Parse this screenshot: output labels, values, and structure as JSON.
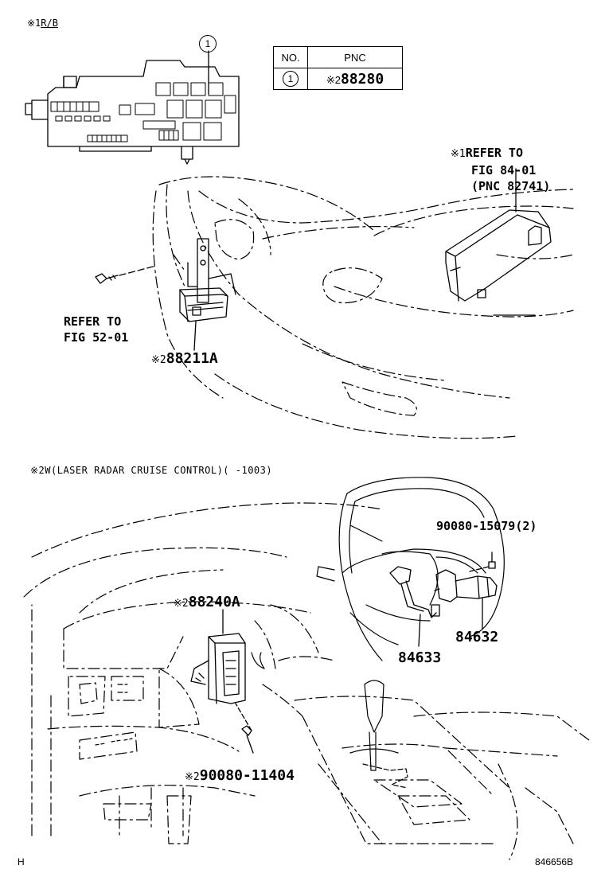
{
  "top_section": {
    "rb_mark": "※1",
    "rb_label": "R/B",
    "callout_1": "1",
    "table": {
      "header_no": "NO.",
      "header_pnc": "PNC",
      "row_no": "1",
      "row_mark": "※2",
      "row_pnc": "88280"
    },
    "refer_right": {
      "mark": "※1",
      "line1": "REFER TO",
      "line2": "FIG 84-01",
      "line3": "(PNC 82741)"
    },
    "refer_left": {
      "line1": "REFER TO",
      "line2": "FIG 52-01"
    },
    "part_88211a": {
      "mark": "※2",
      "number": "88211A"
    }
  },
  "bottom_section": {
    "note": "※2W(LASER RADAR CRUISE CONTROL)(  -1003)",
    "bolt_top_right": "90080-15079(2)",
    "part_84632": "84632",
    "part_84633": "84633",
    "part_88240a": {
      "mark": "※2",
      "number": "88240A"
    },
    "bolt_bottom": {
      "mark": "※2",
      "number": "90080-11404"
    }
  },
  "footer": {
    "left_code": "H",
    "right_code": "846656B"
  }
}
